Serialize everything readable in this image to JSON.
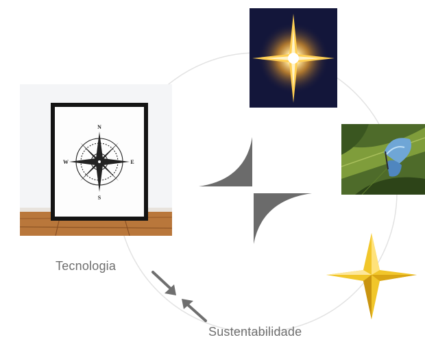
{
  "labels": {
    "left": "Tecnologia",
    "bottom": "Sustentabilidade"
  },
  "icons": {
    "center": "four-point-star-logo-icon",
    "top_image": "glowing-star-image",
    "left_image": "framed-compass-rose-image",
    "right_image": "blue-butterfly-on-leaf-image",
    "bottom_right": "gold-star-icon",
    "arrow_in": "arrow-down-right-icon",
    "arrow_out": "arrow-up-left-icon"
  },
  "compass": {
    "n": "N",
    "s": "S",
    "e": "E",
    "w": "W"
  },
  "colors": {
    "ring": "#e2e2e2",
    "logo": "#6b6b6b",
    "label": "#6e6e6e",
    "arrow": "#6f6f6f",
    "star_night": "#13163a",
    "gold": "#f1c62a"
  }
}
